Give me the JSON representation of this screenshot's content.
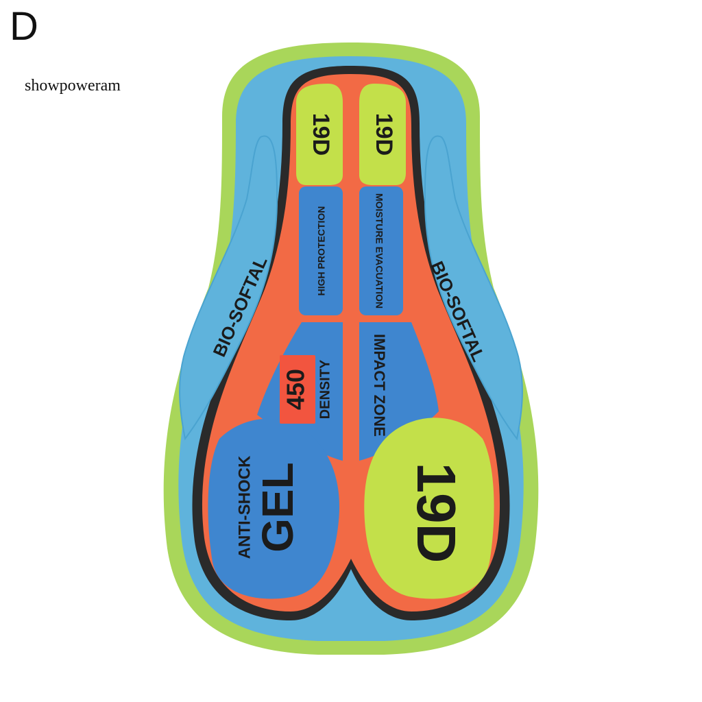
{
  "corner_letter": "D",
  "brand": "showpoweram",
  "pad": {
    "labels": {
      "top_left": "19D",
      "top_right": "19D",
      "high_protection": "HIGH PROTECTION",
      "moisture_evacuation": "MOISTURE EVACUATION",
      "bio_left": "BIO-SOFTAL",
      "bio_right": "BIO-SOFTAL",
      "density_number": "450",
      "density_word": "DENSITY",
      "impact_zone": "IMPACT ZONE",
      "anti_shock": "ANTI-SHOCK",
      "gel": "GEL",
      "big_19d": "19D"
    },
    "colors": {
      "outer_green": "#a9d65a",
      "blue_layer": "#5fb3dc",
      "dark_outline": "#2a2a2a",
      "orange_frame": "#f26a45",
      "lime": "#c3e04a",
      "blue_panel": "#3f86cf",
      "density_box": "#f2553f"
    }
  }
}
